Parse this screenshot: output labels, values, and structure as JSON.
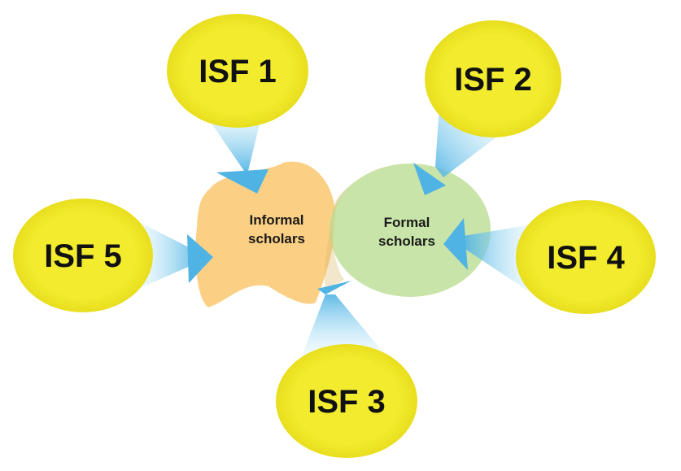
{
  "diagram": {
    "sources": [
      {
        "id": "isf1",
        "label": "ISF 1"
      },
      {
        "id": "isf2",
        "label": "ISF 2"
      },
      {
        "id": "isf3",
        "label": "ISF 3"
      },
      {
        "id": "isf4",
        "label": "ISF 4"
      },
      {
        "id": "isf5",
        "label": "ISF 5"
      }
    ],
    "groups": {
      "informal": {
        "line1": "Informal",
        "line2": "scholars"
      },
      "formal": {
        "line1": "Formal",
        "line2": "scholars"
      }
    },
    "colors": {
      "bubble_fill": "#f2eb2e",
      "informal_fill": "#fbd084",
      "formal_fill": "#c0df9a",
      "arrow_color": "#58b8e6",
      "text_color": "#111111"
    }
  }
}
